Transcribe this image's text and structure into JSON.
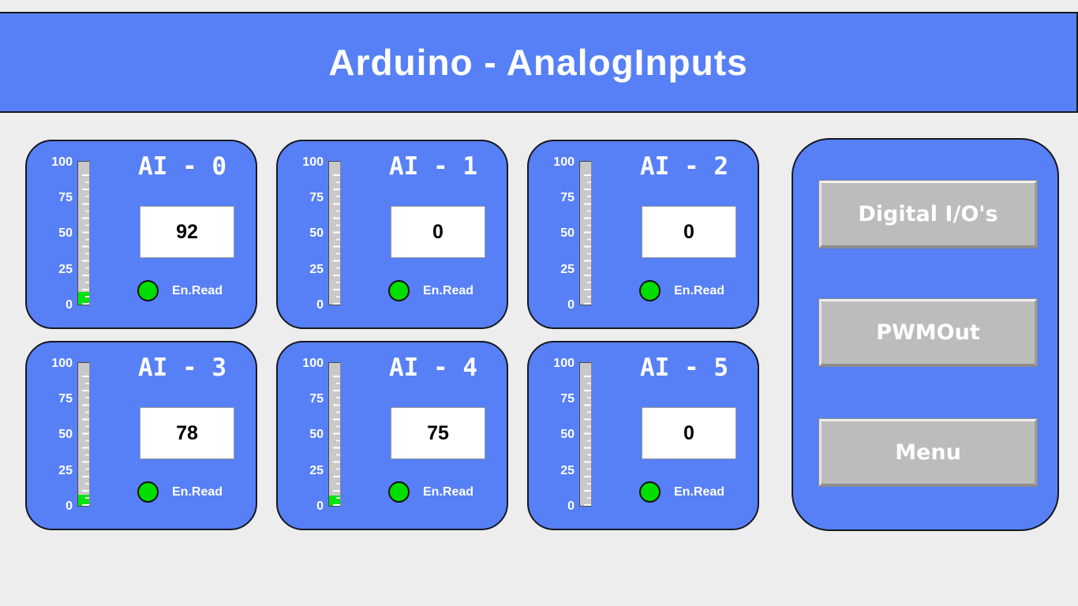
{
  "header": {
    "title": "Arduino - AnalogInputs"
  },
  "colors": {
    "panel_blue": "#5780f6",
    "button_gray": "#bcbcbc",
    "led_green": "#00dd00",
    "gauge_fill_green": "#00e410",
    "background": "#ededed"
  },
  "gauge_scale": {
    "labels": [
      "100",
      "75",
      "50",
      "25",
      "0"
    ],
    "min": 0,
    "max": 100
  },
  "panels": [
    {
      "title": "AI - 0",
      "value": "92",
      "fill_pct": 9.0,
      "led_state": "on",
      "led_label": "En.Read"
    },
    {
      "title": "AI - 1",
      "value": "0",
      "fill_pct": 0,
      "led_state": "on",
      "led_label": "En.Read"
    },
    {
      "title": "AI - 2",
      "value": "0",
      "fill_pct": 0,
      "led_state": "on",
      "led_label": "En.Read"
    },
    {
      "title": "AI - 3",
      "value": "78",
      "fill_pct": 7.6,
      "led_state": "on",
      "led_label": "En.Read"
    },
    {
      "title": "AI - 4",
      "value": "75",
      "fill_pct": 7.3,
      "led_state": "on",
      "led_label": "En.Read"
    },
    {
      "title": "AI - 5",
      "value": "0",
      "fill_pct": 0,
      "led_state": "on",
      "led_label": "En.Read"
    }
  ],
  "nav": {
    "buttons": [
      {
        "label": "Digital I/O's"
      },
      {
        "label": "PWMOut"
      },
      {
        "label": "Menu"
      }
    ]
  }
}
